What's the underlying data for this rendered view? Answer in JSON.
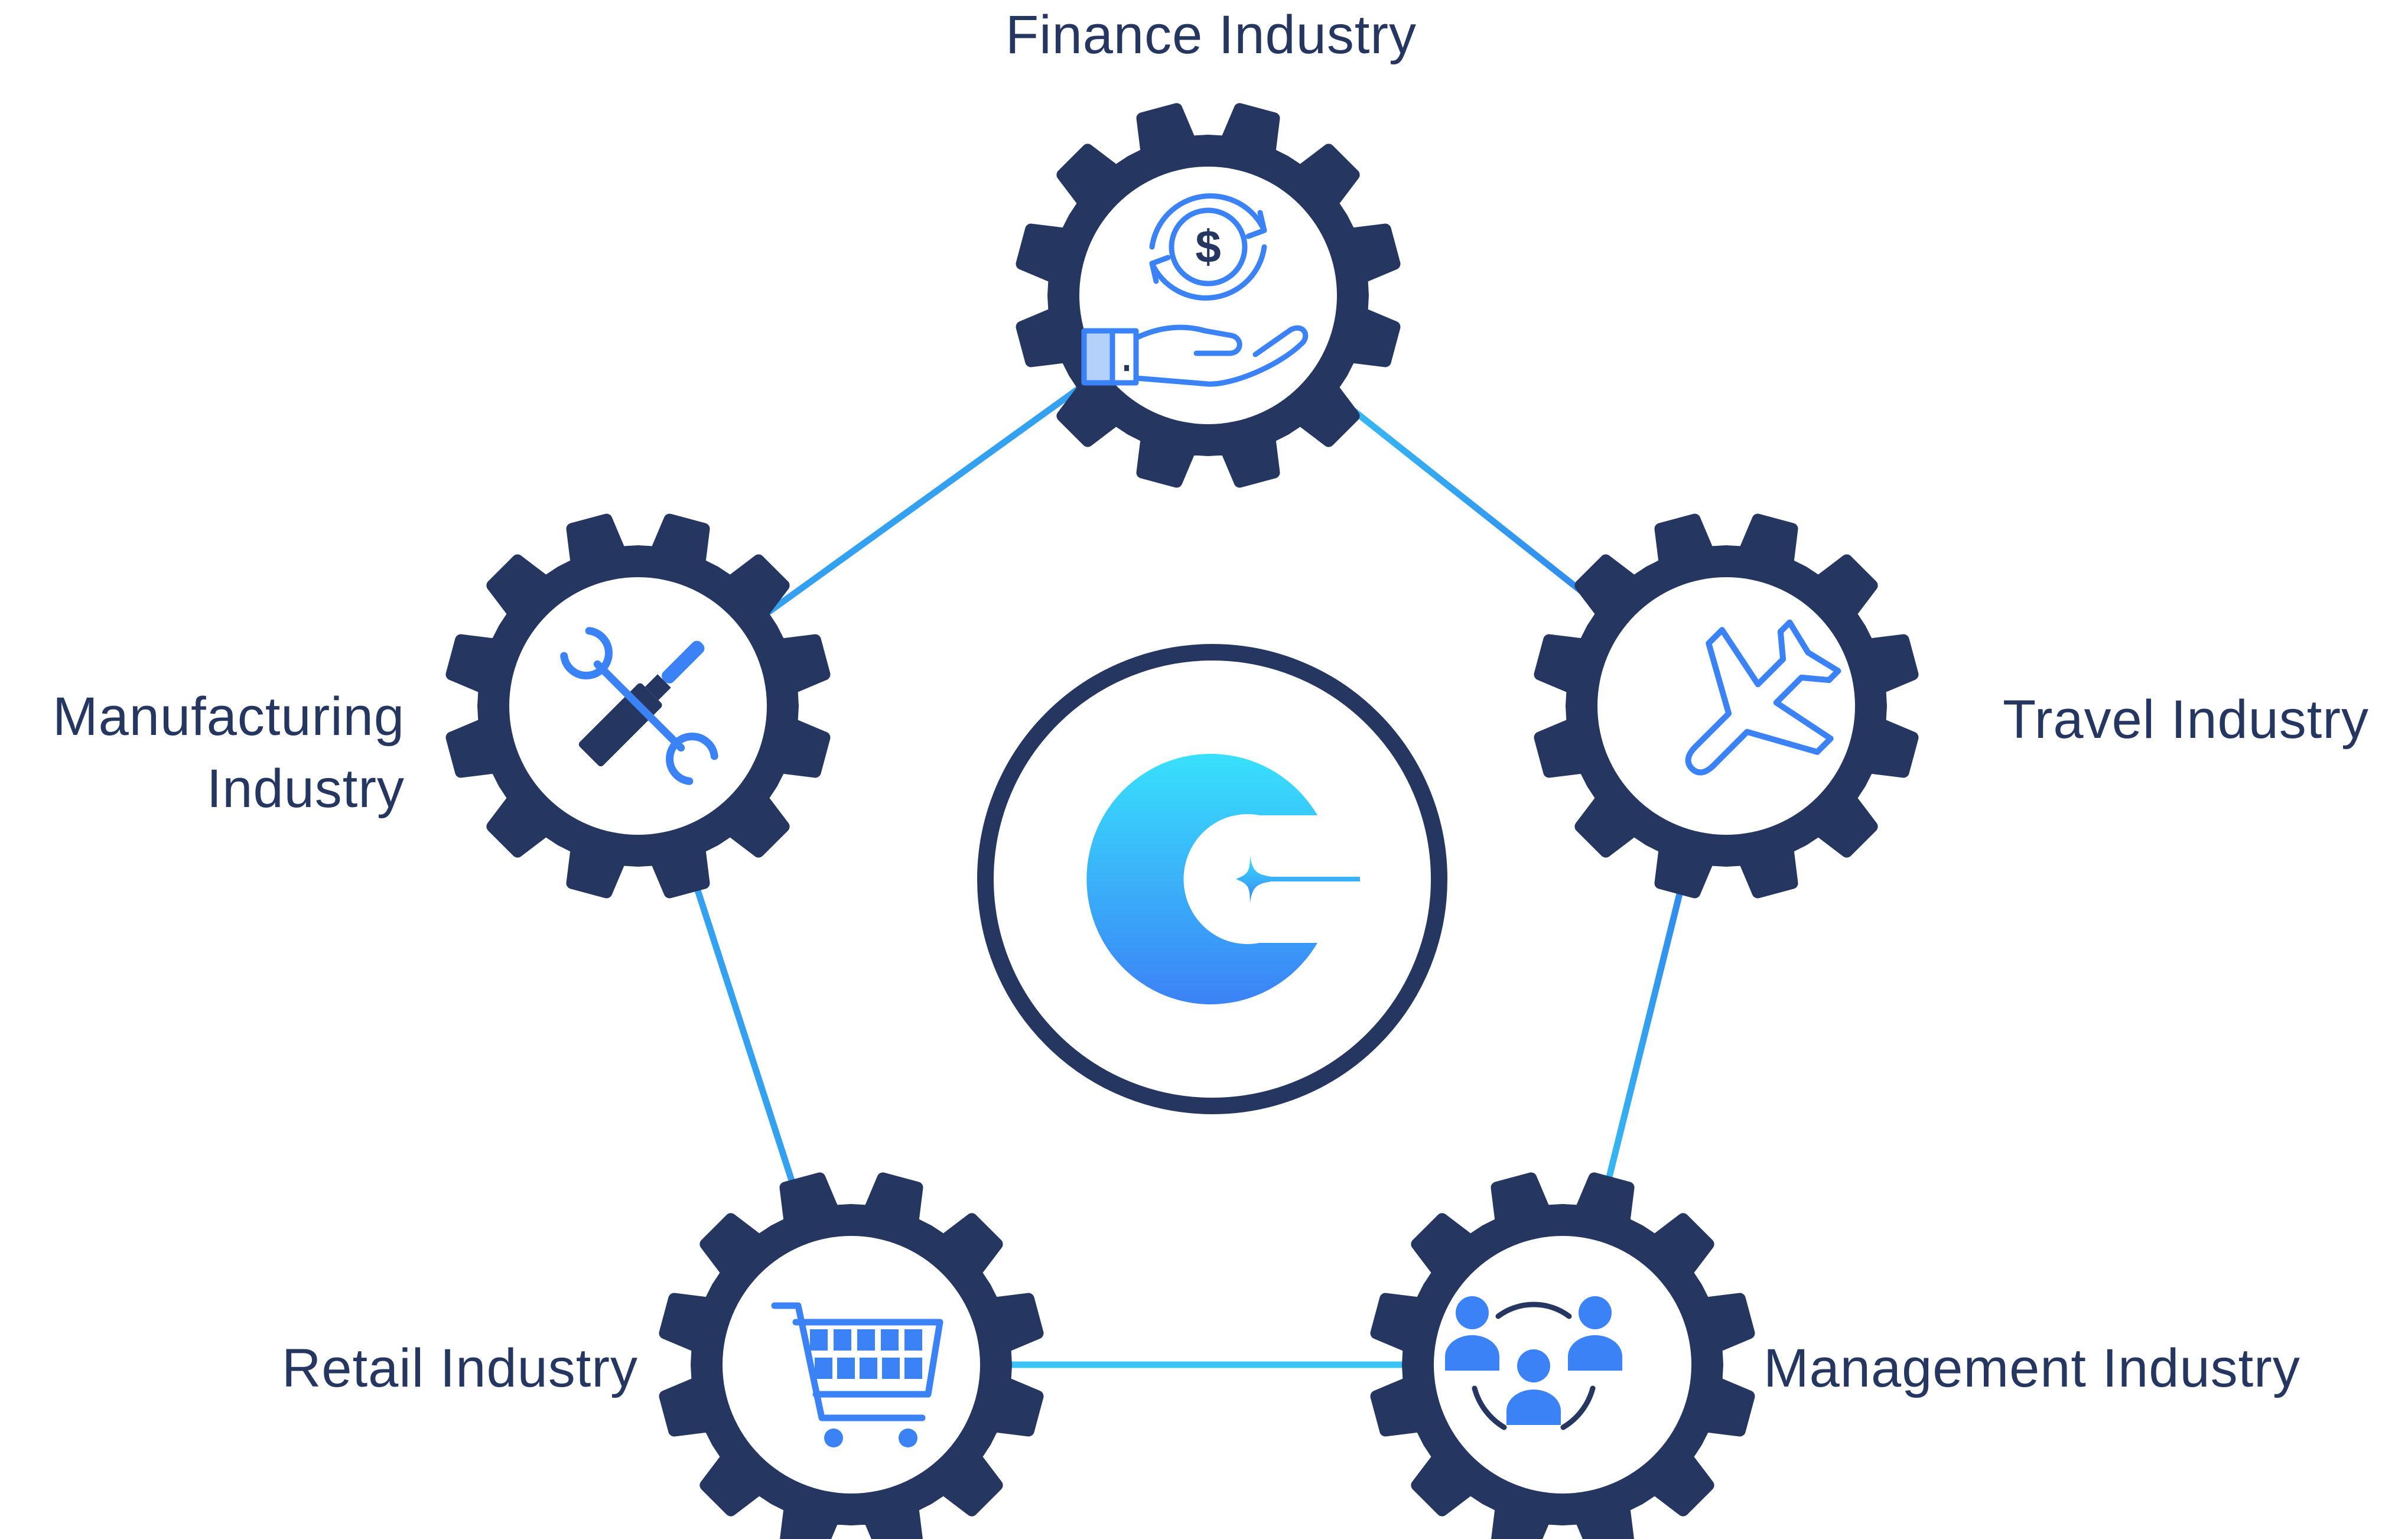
{
  "colors": {
    "gear": "#253660",
    "icon_blue": "#3b82f6",
    "line_light": "#39d3f7",
    "line_dark": "#2f6fe8",
    "logo_top": "#38e1fc",
    "logo_bottom": "#3b82f6",
    "text": "#253660"
  },
  "center": {
    "logo_icon": "c-sparkle-logo-icon"
  },
  "industries": [
    {
      "id": "finance",
      "label_lines": [
        "Finance Industry"
      ],
      "icon": "money-hand-icon"
    },
    {
      "id": "travel",
      "label_lines": [
        "Travel Industry"
      ],
      "icon": "airplane-icon"
    },
    {
      "id": "management",
      "label_lines": [
        "Management Industry"
      ],
      "icon": "team-cycle-icon"
    },
    {
      "id": "retail",
      "label_lines": [
        "Retail Industry"
      ],
      "icon": "shopping-cart-icon"
    },
    {
      "id": "manufacturing",
      "label_lines": [
        "Manufacturing",
        "Industry"
      ],
      "icon": "tools-icon"
    }
  ]
}
